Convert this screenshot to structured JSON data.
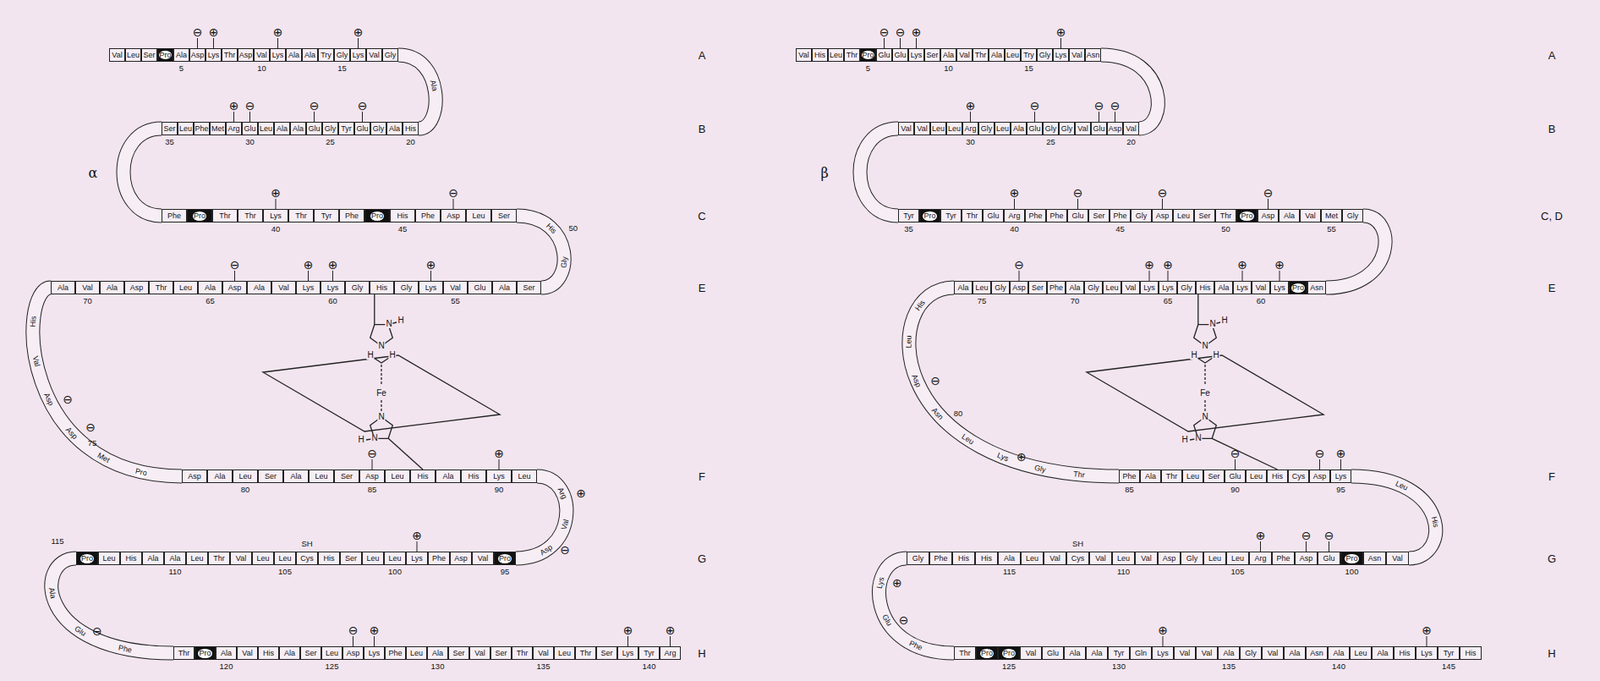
{
  "diagram": {
    "nodes": [
      {
        "text": [
          "Val"
        ]
      },
      {
        "text": [
          "Leu"
        ]
      },
      {
        "text": [
          "Ser"
        ]
      },
      {
        "text": [
          "Pro"
        ]
      },
      {
        "text": [
          "Ala"
        ]
      },
      {
        "text": [
          "Asp"
        ]
      },
      {
        "text": [
          "Lys"
        ]
      },
      {
        "text": [
          "Thr"
        ]
      },
      {
        "text": [
          "Asp"
        ]
      },
      {
        "text": [
          "Val"
        ]
      },
      {
        "text": [
          "Lys"
        ]
      },
      {
        "text": [
          "Ala"
        ]
      },
      {
        "text": [
          "Ala"
        ]
      },
      {
        "text": [
          "Try"
        ]
      },
      {
        "text": [
          "Gly"
        ]
      },
      {
        "text": [
          "Lys"
        ]
      },
      {
        "text": [
          "Val"
        ]
      },
      {
        "text": [
          "Gly"
        ]
      },
      {
        "text": [
          "Ala"
        ]
      },
      {
        "text": [
          "His"
        ]
      },
      {
        "text": [
          "Ala"
        ]
      },
      {
        "text": [
          "Gly"
        ]
      },
      {
        "text": [
          "Glu"
        ]
      },
      {
        "text": [
          "Tyr"
        ]
      },
      {
        "text": [
          "Gly"
        ]
      },
      {
        "text": [
          "Glu"
        ]
      },
      {
        "text": [
          "Ala"
        ]
      },
      {
        "text": [
          "Ala"
        ]
      },
      {
        "text": [
          "Leu"
        ]
      },
      {
        "text": [
          "Glu"
        ]
      },
      {
        "text": [
          "Arg"
        ]
      },
      {
        "text": [
          "Met"
        ]
      },
      {
        "text": [
          "Phe"
        ]
      },
      {
        "text": [
          "Leu"
        ]
      },
      {
        "text": [
          "Ser"
        ]
      },
      {
        "text": [
          "Phe"
        ]
      },
      {
        "text": [
          "Pro"
        ]
      },
      {
        "text": [
          "Thr"
        ]
      },
      {
        "text": [
          "Thr"
        ]
      },
      {
        "text": [
          "Lys"
        ]
      },
      {
        "text": [
          "Thr"
        ]
      },
      {
        "text": [
          "Tyr"
        ]
      },
      {
        "text": [
          "Phe"
        ]
      },
      {
        "text": [
          "Pro"
        ]
      },
      {
        "text": [
          "His"
        ]
      },
      {
        "text": [
          "Phe"
        ]
      },
      {
        "text": [
          "Asp"
        ]
      },
      {
        "text": [
          "Leu"
        ]
      },
      {
        "text": [
          "Ser"
        ]
      },
      {
        "text": [
          "His"
        ]
      },
      {
        "text": [
          "Gly"
        ]
      },
      {
        "text": [
          "Ser"
        ]
      },
      {
        "text": [
          "Ala"
        ]
      },
      {
        "text": [
          "Glu"
        ]
      },
      {
        "text": [
          "Val"
        ]
      },
      {
        "text": [
          "Lys"
        ]
      },
      {
        "text": [
          "Gly"
        ]
      },
      {
        "text": [
          "His"
        ]
      },
      {
        "text": [
          "Gly"
        ]
      },
      {
        "text": [
          "Lys"
        ]
      },
      {
        "text": [
          "Lys"
        ]
      },
      {
        "text": [
          "Val"
        ]
      },
      {
        "text": [
          "Ala"
        ]
      },
      {
        "text": [
          "Asp"
        ]
      },
      {
        "text": [
          "Ala"
        ]
      },
      {
        "text": [
          "Leu"
        ]
      },
      {
        "text": [
          "Thr"
        ]
      },
      {
        "text": [
          "Asp"
        ]
      },
      {
        "text": [
          "Ala"
        ]
      },
      {
        "text": [
          "Val"
        ]
      },
      {
        "text": [
          "Ala"
        ]
      },
      {
        "text": [
          "His"
        ]
      },
      {
        "text": [
          "Val"
        ]
      },
      {
        "text": [
          "Asp"
        ]
      },
      {
        "text": [
          "Asp"
        ]
      },
      {
        "text": [
          "Met"
        ]
      },
      {
        "text": [
          "Pro"
        ]
      },
      {
        "text": [
          "Asp"
        ]
      },
      {
        "text": [
          "Ala"
        ]
      },
      {
        "text": [
          "Leu"
        ]
      },
      {
        "text": [
          "Ser"
        ]
      },
      {
        "text": [
          "Ala"
        ]
      },
      {
        "text": [
          "Leu"
        ]
      },
      {
        "text": [
          "Ser"
        ]
      },
      {
        "text": [
          "Asp"
        ]
      },
      {
        "text": [
          "Leu"
        ]
      },
      {
        "text": [
          "His"
        ]
      },
      {
        "text": [
          "Ala"
        ]
      },
      {
        "text": [
          "His"
        ]
      },
      {
        "text": [
          "Lys"
        ]
      },
      {
        "text": [
          "Leu"
        ]
      },
      {
        "text": [
          "Arg"
        ]
      },
      {
        "text": [
          "Val"
        ]
      },
      {
        "text": [
          "Asp"
        ]
      },
      {
        "text": [
          "Pro"
        ]
      },
      {
        "text": [
          "Val"
        ]
      },
      {
        "text": [
          "Asp"
        ]
      },
      {
        "text": [
          "Phe"
        ]
      },
      {
        "text": [
          "Lys"
        ]
      },
      {
        "text": [
          "Leu"
        ]
      },
      {
        "text": [
          "Leu"
        ]
      },
      {
        "text": [
          "Ser"
        ]
      },
      {
        "text": [
          "His"
        ]
      },
      {
        "text": [
          "Cys"
        ]
      },
      {
        "text": [
          "Leu"
        ]
      },
      {
        "text": [
          "Leu"
        ]
      },
      {
        "text": [
          "Val"
        ]
      },
      {
        "text": [
          "Thr"
        ]
      },
      {
        "text": [
          "Leu"
        ]
      },
      {
        "text": [
          "Ala"
        ]
      },
      {
        "text": [
          "Ala"
        ]
      },
      {
        "text": [
          "His"
        ]
      },
      {
        "text": [
          "Leu"
        ]
      },
      {
        "text": [
          "Pro"
        ]
      },
      {
        "text": [
          "Ala"
        ]
      },
      {
        "text": [
          "Glu"
        ]
      },
      {
        "text": [
          "Phe"
        ]
      },
      {
        "text": [
          "Thr"
        ]
      },
      {
        "text": [
          "Pro"
        ]
      },
      {
        "text": [
          "Ala"
        ]
      },
      {
        "text": [
          "Val"
        ]
      },
      {
        "text": [
          "His"
        ]
      },
      {
        "text": [
          "Ala"
        ]
      },
      {
        "text": [
          "Ser"
        ]
      },
      {
        "text": [
          "Leu"
        ]
      },
      {
        "text": [
          "Asp"
        ]
      },
      {
        "text": [
          "Lys"
        ]
      },
      {
        "text": [
          "Phe"
        ]
      },
      {
        "text": [
          "Leu"
        ]
      },
      {
        "text": [
          "Ala"
        ]
      },
      {
        "text": [
          "Ser"
        ]
      },
      {
        "text": [
          "Val"
        ]
      },
      {
        "text": [
          "Ser"
        ]
      },
      {
        "text": [
          "Thr"
        ]
      },
      {
        "text": [
          "Val"
        ]
      },
      {
        "text": [
          "Leu"
        ]
      },
      {
        "text": [
          "Thr"
        ]
      },
      {
        "text": [
          "Ser"
        ]
      },
      {
        "text": [
          "Lys"
        ]
      },
      {
        "text": [
          "Tyr"
        ]
      },
      {
        "text": [
          "Arg"
        ]
      },
      {
        "text": [
          "Val"
        ]
      },
      {
        "text": [
          "His"
        ]
      },
      {
        "text": [
          "Leu"
        ]
      },
      {
        "text": [
          "Thr"
        ]
      },
      {
        "text": [
          "Pro"
        ]
      },
      {
        "text": [
          "Glu"
        ]
      },
      {
        "text": [
          "Glu"
        ]
      },
      {
        "text": [
          "Lys"
        ]
      },
      {
        "text": [
          "Ser"
        ]
      },
      {
        "text": [
          "Ala"
        ]
      },
      {
        "text": [
          "Val"
        ]
      },
      {
        "text": [
          "Thr"
        ]
      },
      {
        "text": [
          "Ala"
        ]
      },
      {
        "text": [
          "Leu"
        ]
      },
      {
        "text": [
          "Try"
        ]
      },
      {
        "text": [
          "Gly"
        ]
      },
      {
        "text": [
          "Lys"
        ]
      },
      {
        "text": [
          "Val"
        ]
      },
      {
        "text": [
          "Asn"
        ]
      },
      {
        "text": [
          "Val"
        ]
      },
      {
        "text": [
          "Asp"
        ]
      },
      {
        "text": [
          "Glu"
        ]
      },
      {
        "text": [
          "Val"
        ]
      },
      {
        "text": [
          "Gly"
        ]
      },
      {
        "text": [
          "Gly"
        ]
      },
      {
        "text": [
          "Glu"
        ]
      },
      {
        "text": [
          "Ala"
        ]
      },
      {
        "text": [
          "Leu"
        ]
      },
      {
        "text": [
          "Gly"
        ]
      },
      {
        "text": [
          "Arg"
        ]
      },
      {
        "text": [
          "Leu"
        ]
      },
      {
        "text": [
          "Leu"
        ]
      },
      {
        "text": [
          "Val"
        ]
      },
      {
        "text": [
          "Val"
        ]
      },
      {
        "text": [
          "Tyr"
        ]
      },
      {
        "text": [
          "Pro"
        ]
      },
      {
        "text": [
          "Tyr"
        ]
      },
      {
        "text": [
          "Thr"
        ]
      },
      {
        "text": [
          "Glu"
        ]
      },
      {
        "text": [
          "Arg"
        ]
      },
      {
        "text": [
          "Phe"
        ]
      },
      {
        "text": [
          "Phe"
        ]
      },
      {
        "text": [
          "Glu"
        ]
      },
      {
        "text": [
          "Ser"
        ]
      },
      {
        "text": [
          "Phe"
        ]
      },
      {
        "text": [
          "Gly"
        ]
      },
      {
        "text": [
          "Asp"
        ]
      },
      {
        "text": [
          "Leu"
        ]
      },
      {
        "text": [
          "Ser"
        ]
      },
      {
        "text": [
          "Thr"
        ]
      },
      {
        "text": [
          "Pro"
        ]
      },
      {
        "text": [
          "Asp"
        ]
      },
      {
        "text": [
          "Ala"
        ]
      },
      {
        "text": [
          "Val"
        ]
      },
      {
        "text": [
          "Met"
        ]
      },
      {
        "text": [
          "Gly"
        ]
      },
      {
        "text": [
          "Asn"
        ]
      },
      {
        "text": [
          "Pro"
        ]
      },
      {
        "text": [
          "Lys"
        ]
      },
      {
        "text": [
          "Val"
        ]
      },
      {
        "text": [
          "Lys"
        ]
      },
      {
        "text": [
          "Ala"
        ]
      },
      {
        "text": [
          "His"
        ]
      },
      {
        "text": [
          "Gly"
        ]
      },
      {
        "text": [
          "Lys"
        ]
      },
      {
        "text": [
          "Lys"
        ]
      },
      {
        "text": [
          "Val"
        ]
      },
      {
        "text": [
          "Leu"
        ]
      },
      {
        "text": [
          "Gly"
        ]
      },
      {
        "text": [
          "Ala"
        ]
      },
      {
        "text": [
          "Phe"
        ]
      },
      {
        "text": [
          "Ser"
        ]
      },
      {
        "text": [
          "Asp"
        ]
      },
      {
        "text": [
          "Gly"
        ]
      },
      {
        "text": [
          "Leu"
        ]
      },
      {
        "text": [
          "Ala"
        ]
      },
      {
        "text": [
          "His"
        ]
      },
      {
        "text": [
          "Leu"
        ]
      },
      {
        "text": [
          "Asp"
        ]
      },
      {
        "text": [
          "Asn"
        ]
      },
      {
        "text": [
          "Leu"
        ]
      },
      {
        "text": [
          "Lys"
        ]
      },
      {
        "text": [
          "Gly"
        ]
      },
      {
        "text": [
          "Thr"
        ]
      },
      {
        "text": [
          "Phe"
        ]
      },
      {
        "text": [
          "Ala"
        ]
      },
      {
        "text": [
          "Thr"
        ]
      },
      {
        "text": [
          "Leu"
        ]
      },
      {
        "text": [
          "Ser"
        ]
      },
      {
        "text": [
          "Glu"
        ]
      },
      {
        "text": [
          "Leu"
        ]
      },
      {
        "text": [
          "His"
        ]
      },
      {
        "text": [
          "Cys"
        ]
      },
      {
        "text": [
          "Asp"
        ]
      },
      {
        "text": [
          "Lys"
        ]
      },
      {
        "text": [
          "Leu"
        ]
      },
      {
        "text": [
          "His"
        ]
      },
      {
        "text": [
          "Val"
        ]
      },
      {
        "text": [
          "Asn"
        ]
      },
      {
        "text": [
          "Pro"
        ]
      },
      {
        "text": [
          "Glu"
        ]
      },
      {
        "text": [
          "Asp"
        ]
      },
      {
        "text": [
          "Phe"
        ]
      },
      {
        "text": [
          "Arg"
        ]
      },
      {
        "text": [
          "Leu"
        ]
      },
      {
        "text": [
          "Leu"
        ]
      },
      {
        "text": [
          "Gly"
        ]
      },
      {
        "text": [
          "Asp"
        ]
      },
      {
        "text": [
          "Val"
        ]
      },
      {
        "text": [
          "Leu"
        ]
      },
      {
        "text": [
          "Val"
        ]
      },
      {
        "text": [
          "Cys"
        ]
      },
      {
        "text": [
          "Val"
        ]
      },
      {
        "text": [
          "Leu"
        ]
      },
      {
        "text": [
          "Ala"
        ]
      },
      {
        "text": [
          "His"
        ]
      },
      {
        "text": [
          "His"
        ]
      },
      {
        "text": [
          "Phe"
        ]
      },
      {
        "text": [
          "Gly"
        ]
      },
      {
        "text": [
          "Lys"
        ]
      },
      {
        "text": [
          "Glu"
        ]
      },
      {
        "text": [
          "Phe"
        ]
      },
      {
        "text": [
          "Thr"
        ]
      },
      {
        "text": [
          "Pro"
        ]
      },
      {
        "text": [
          "Pro"
        ]
      },
      {
        "text": [
          "Val"
        ]
      },
      {
        "text": [
          "Glu"
        ]
      },
      {
        "text": [
          "Ala"
        ]
      },
      {
        "text": [
          "Ala"
        ]
      },
      {
        "text": [
          "Tyr"
        ]
      },
      {
        "text": [
          "Gln"
        ]
      },
      {
        "text": [
          "Lys"
        ]
      },
      {
        "text": [
          "Val"
        ]
      },
      {
        "text": [
          "Val"
        ]
      },
      {
        "text": [
          "Ala"
        ]
      },
      {
        "text": [
          "Gly"
        ]
      },
      {
        "text": [
          "Val"
        ]
      },
      {
        "text": [
          "Ala"
        ]
      },
      {
        "text": [
          "Asn"
        ]
      },
      {
        "text": [
          "Ala"
        ]
      },
      {
        "text": [
          "Leu"
        ]
      },
      {
        "text": [
          "Ala"
        ]
      },
      {
        "text": [
          "His"
        ]
      },
      {
        "text": [
          "Lys"
        ]
      },
      {
        "text": [
          "Tyr"
        ]
      },
      {
        "text": [
          "His"
        ]
      }
    ],
    "labels": [
      "A",
      "B",
      "C",
      "E",
      "F",
      "G",
      "H",
      "α",
      "5",
      "10",
      "15",
      "20",
      "25",
      "30",
      "35",
      "40",
      "45",
      "50",
      "55",
      "60",
      "65",
      "70",
      "75",
      "80",
      "85",
      "90",
      "95",
      "100",
      "105",
      "110",
      "115",
      "120",
      "125",
      "130",
      "135",
      "140",
      "SH",
      "⊖",
      "⊕",
      "⊕",
      "⊕",
      "⊖",
      "⊖",
      "⊖",
      "⊕",
      "⊕",
      "⊖",
      "⊕",
      "⊕",
      "⊕",
      "⊖",
      "⊖",
      "⊖",
      "⊖",
      "⊕",
      "⊕",
      "⊖",
      "⊕",
      "⊖",
      "⊖",
      "⊕",
      "⊕",
      "⊕",
      "N",
      "H",
      "N",
      "H",
      "H",
      "Fe",
      "N",
      "N",
      "H",
      "A",
      "B",
      "C, D",
      "E",
      "F",
      "G",
      "H",
      "β",
      "5",
      "10",
      "15",
      "20",
      "25",
      "30",
      "35",
      "40",
      "45",
      "50",
      "55",
      "60",
      "65",
      "70",
      "75",
      "80",
      "85",
      "90",
      "95",
      "100",
      "105",
      "110",
      "115",
      "125",
      "130",
      "135",
      "140",
      "145",
      "SH",
      "⊖",
      "⊖",
      "⊕",
      "⊕",
      "⊖",
      "⊖",
      "⊖",
      "⊕",
      "⊕",
      "⊖",
      "⊖",
      "⊖",
      "⊕",
      "⊕",
      "⊕",
      "⊕",
      "⊖",
      "⊖",
      "⊕",
      "⊖",
      "⊖",
      "⊕",
      "⊖",
      "⊖",
      "⊕",
      "⊕",
      "⊖",
      "⊕",
      "⊕",
      "N",
      "H",
      "N",
      "H",
      "H",
      "Fe",
      "N",
      "N",
      "H"
    ]
  }
}
